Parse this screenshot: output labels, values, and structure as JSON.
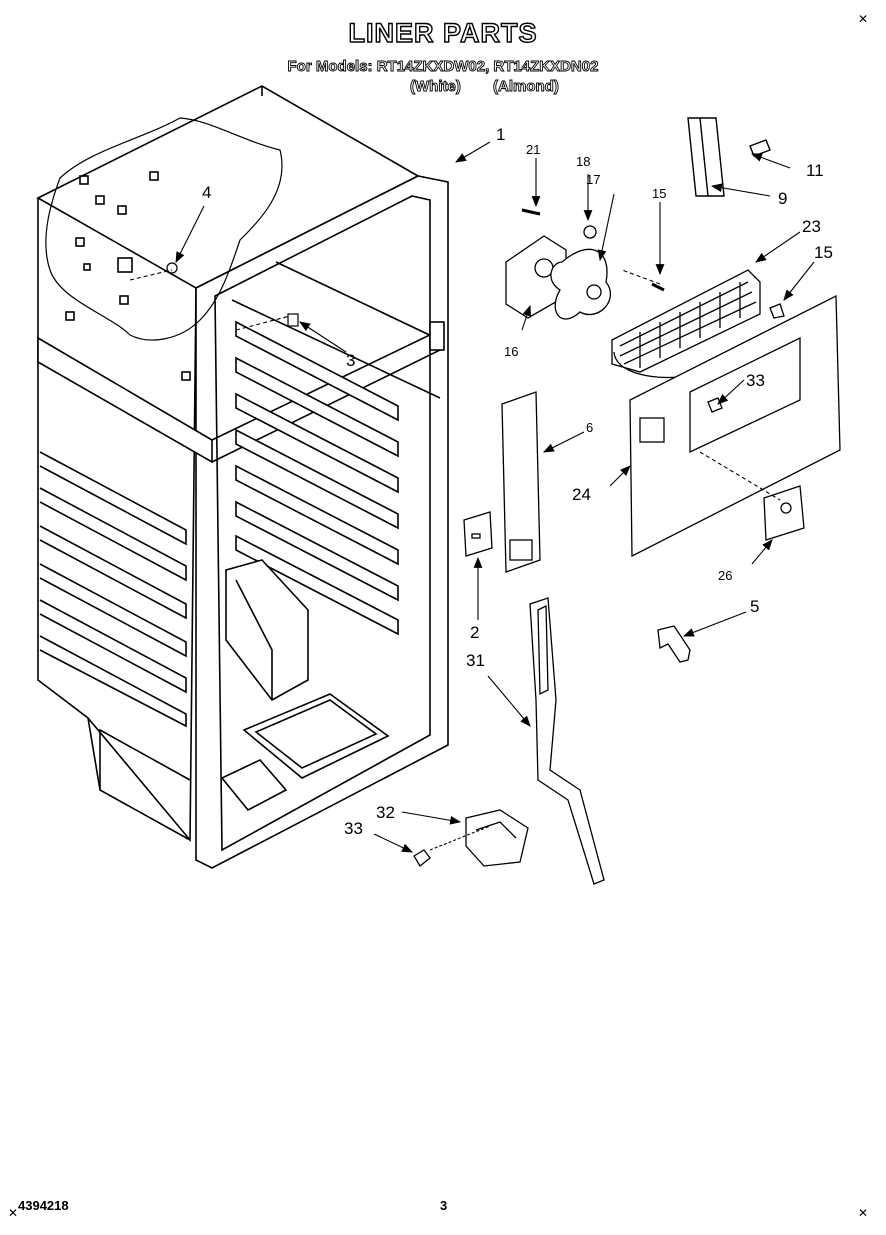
{
  "header": {
    "title": "LINER PARTS",
    "models_line": "For Models: RT14ZKXDW02, RT14ZKXDN02",
    "variant_white": "(White)",
    "variant_almond": "(Almond)"
  },
  "footer": {
    "doc_number": "4394218",
    "page_number": "3"
  },
  "callouts": [
    "1",
    "21",
    "18",
    "17",
    "15",
    "11",
    "9",
    "23",
    "15",
    "16",
    "4",
    "3",
    "33",
    "6",
    "24",
    "26",
    "2",
    "5",
    "31",
    "32",
    "33"
  ]
}
